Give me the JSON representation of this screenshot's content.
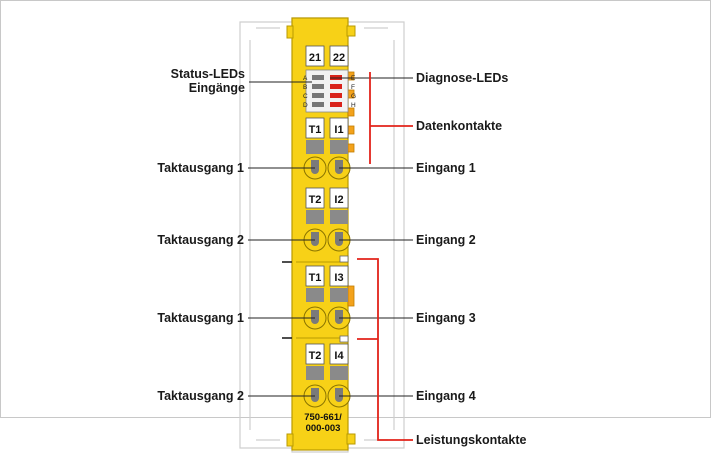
{
  "module": {
    "channel_numbers": [
      "21",
      "22"
    ],
    "led_rows": [
      "A",
      "B",
      "C",
      "D"
    ],
    "led_rows_right": [
      "E",
      "F",
      "G",
      "H"
    ],
    "part_number_line1": "750-661/",
    "part_number_line2": "000-003",
    "terminal_groups": [
      {
        "left": "T1",
        "right": "I1"
      },
      {
        "left": "T2",
        "right": "I2"
      },
      {
        "left": "T1",
        "right": "I3"
      },
      {
        "left": "T2",
        "right": "I4"
      }
    ],
    "colors": {
      "housing": "#f7d117",
      "housing_edge": "#b99a00",
      "connector": "#8a8a8a",
      "leader_red": "#e2231a"
    }
  },
  "labels_left": {
    "status_leds_line1": "Status-LEDs",
    "status_leds_line2": "Eingänge",
    "clock_out_1a": "Taktausgang 1",
    "clock_out_2a": "Taktausgang 2",
    "clock_out_1b": "Taktausgang 1",
    "clock_out_2b": "Taktausgang 2"
  },
  "labels_right": {
    "diagnose_leds": "Diagnose-LEDs",
    "data_contacts": "Datenkontakte",
    "input_1": "Eingang 1",
    "input_2": "Eingang 2",
    "input_3": "Eingang 3",
    "input_4": "Eingang 4",
    "power_contacts": "Leistungskontakte"
  }
}
